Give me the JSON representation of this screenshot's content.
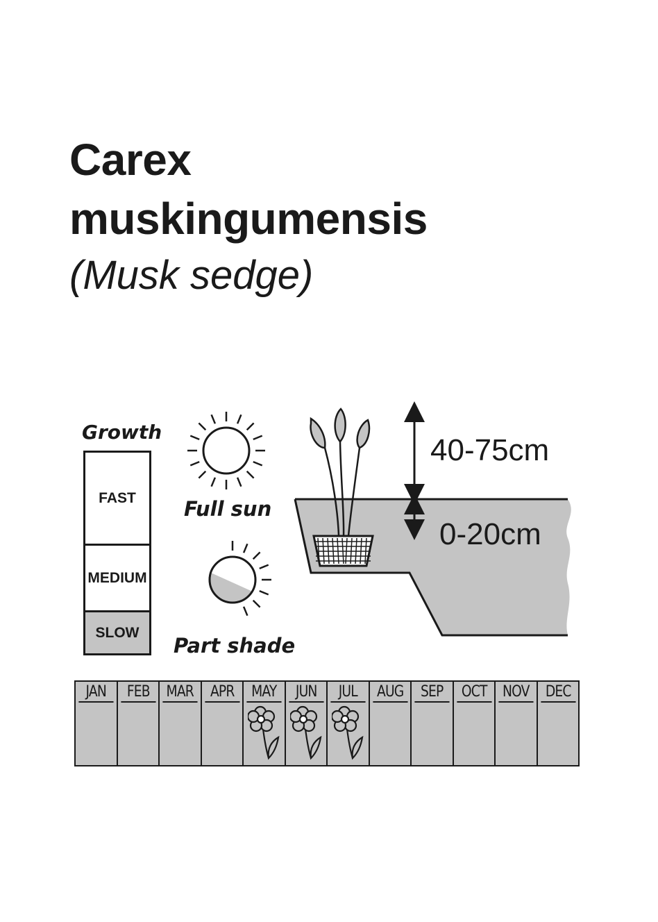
{
  "title": {
    "genus": "Carex",
    "species": "muskingumensis",
    "common_name": "(Musk sedge)"
  },
  "growth": {
    "label": "Growth",
    "levels": [
      "FAST",
      "MEDIUM",
      "SLOW"
    ],
    "selected": "SLOW"
  },
  "light": {
    "full_sun": "Full sun",
    "part_shade": "Part shade"
  },
  "planting": {
    "height_above_water": "40-75cm",
    "depth_below_water": "0-20cm"
  },
  "calendar": {
    "months": [
      "JAN",
      "FEB",
      "MAR",
      "APR",
      "MAY",
      "JUN",
      "JUL",
      "AUG",
      "SEP",
      "OCT",
      "NOV",
      "DEC"
    ],
    "flowering_months": [
      "MAY",
      "JUN",
      "JUL"
    ]
  },
  "colors": {
    "fill_gray": "#c4c4c4",
    "ink": "#1a1a1a"
  }
}
